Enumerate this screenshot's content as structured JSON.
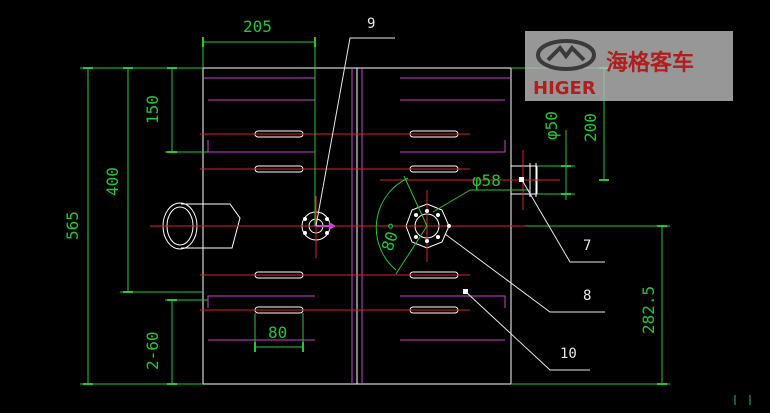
{
  "drawing": {
    "dimensions": {
      "width_top": "205",
      "height_150": "150",
      "height_400": "400",
      "height_565": "565",
      "dia_50": "φ50",
      "height_200": "200",
      "dia_58": "φ58",
      "angle_80": "80°",
      "width_80": "80",
      "spacing_2_60": "2-60",
      "height_282_5": "282.5"
    },
    "callouts": {
      "part_9": "9",
      "part_7": "7",
      "part_8": "8",
      "part_10": "10"
    }
  },
  "logo": {
    "brand_en": "HIGER",
    "brand_cn": "海格客车"
  },
  "colors": {
    "background": "#000000",
    "outline": "#ffffff",
    "dimension": "#22c833",
    "centerline": "#e02020",
    "hidden": "#d040d0",
    "logo_red": "#b01e1e"
  }
}
